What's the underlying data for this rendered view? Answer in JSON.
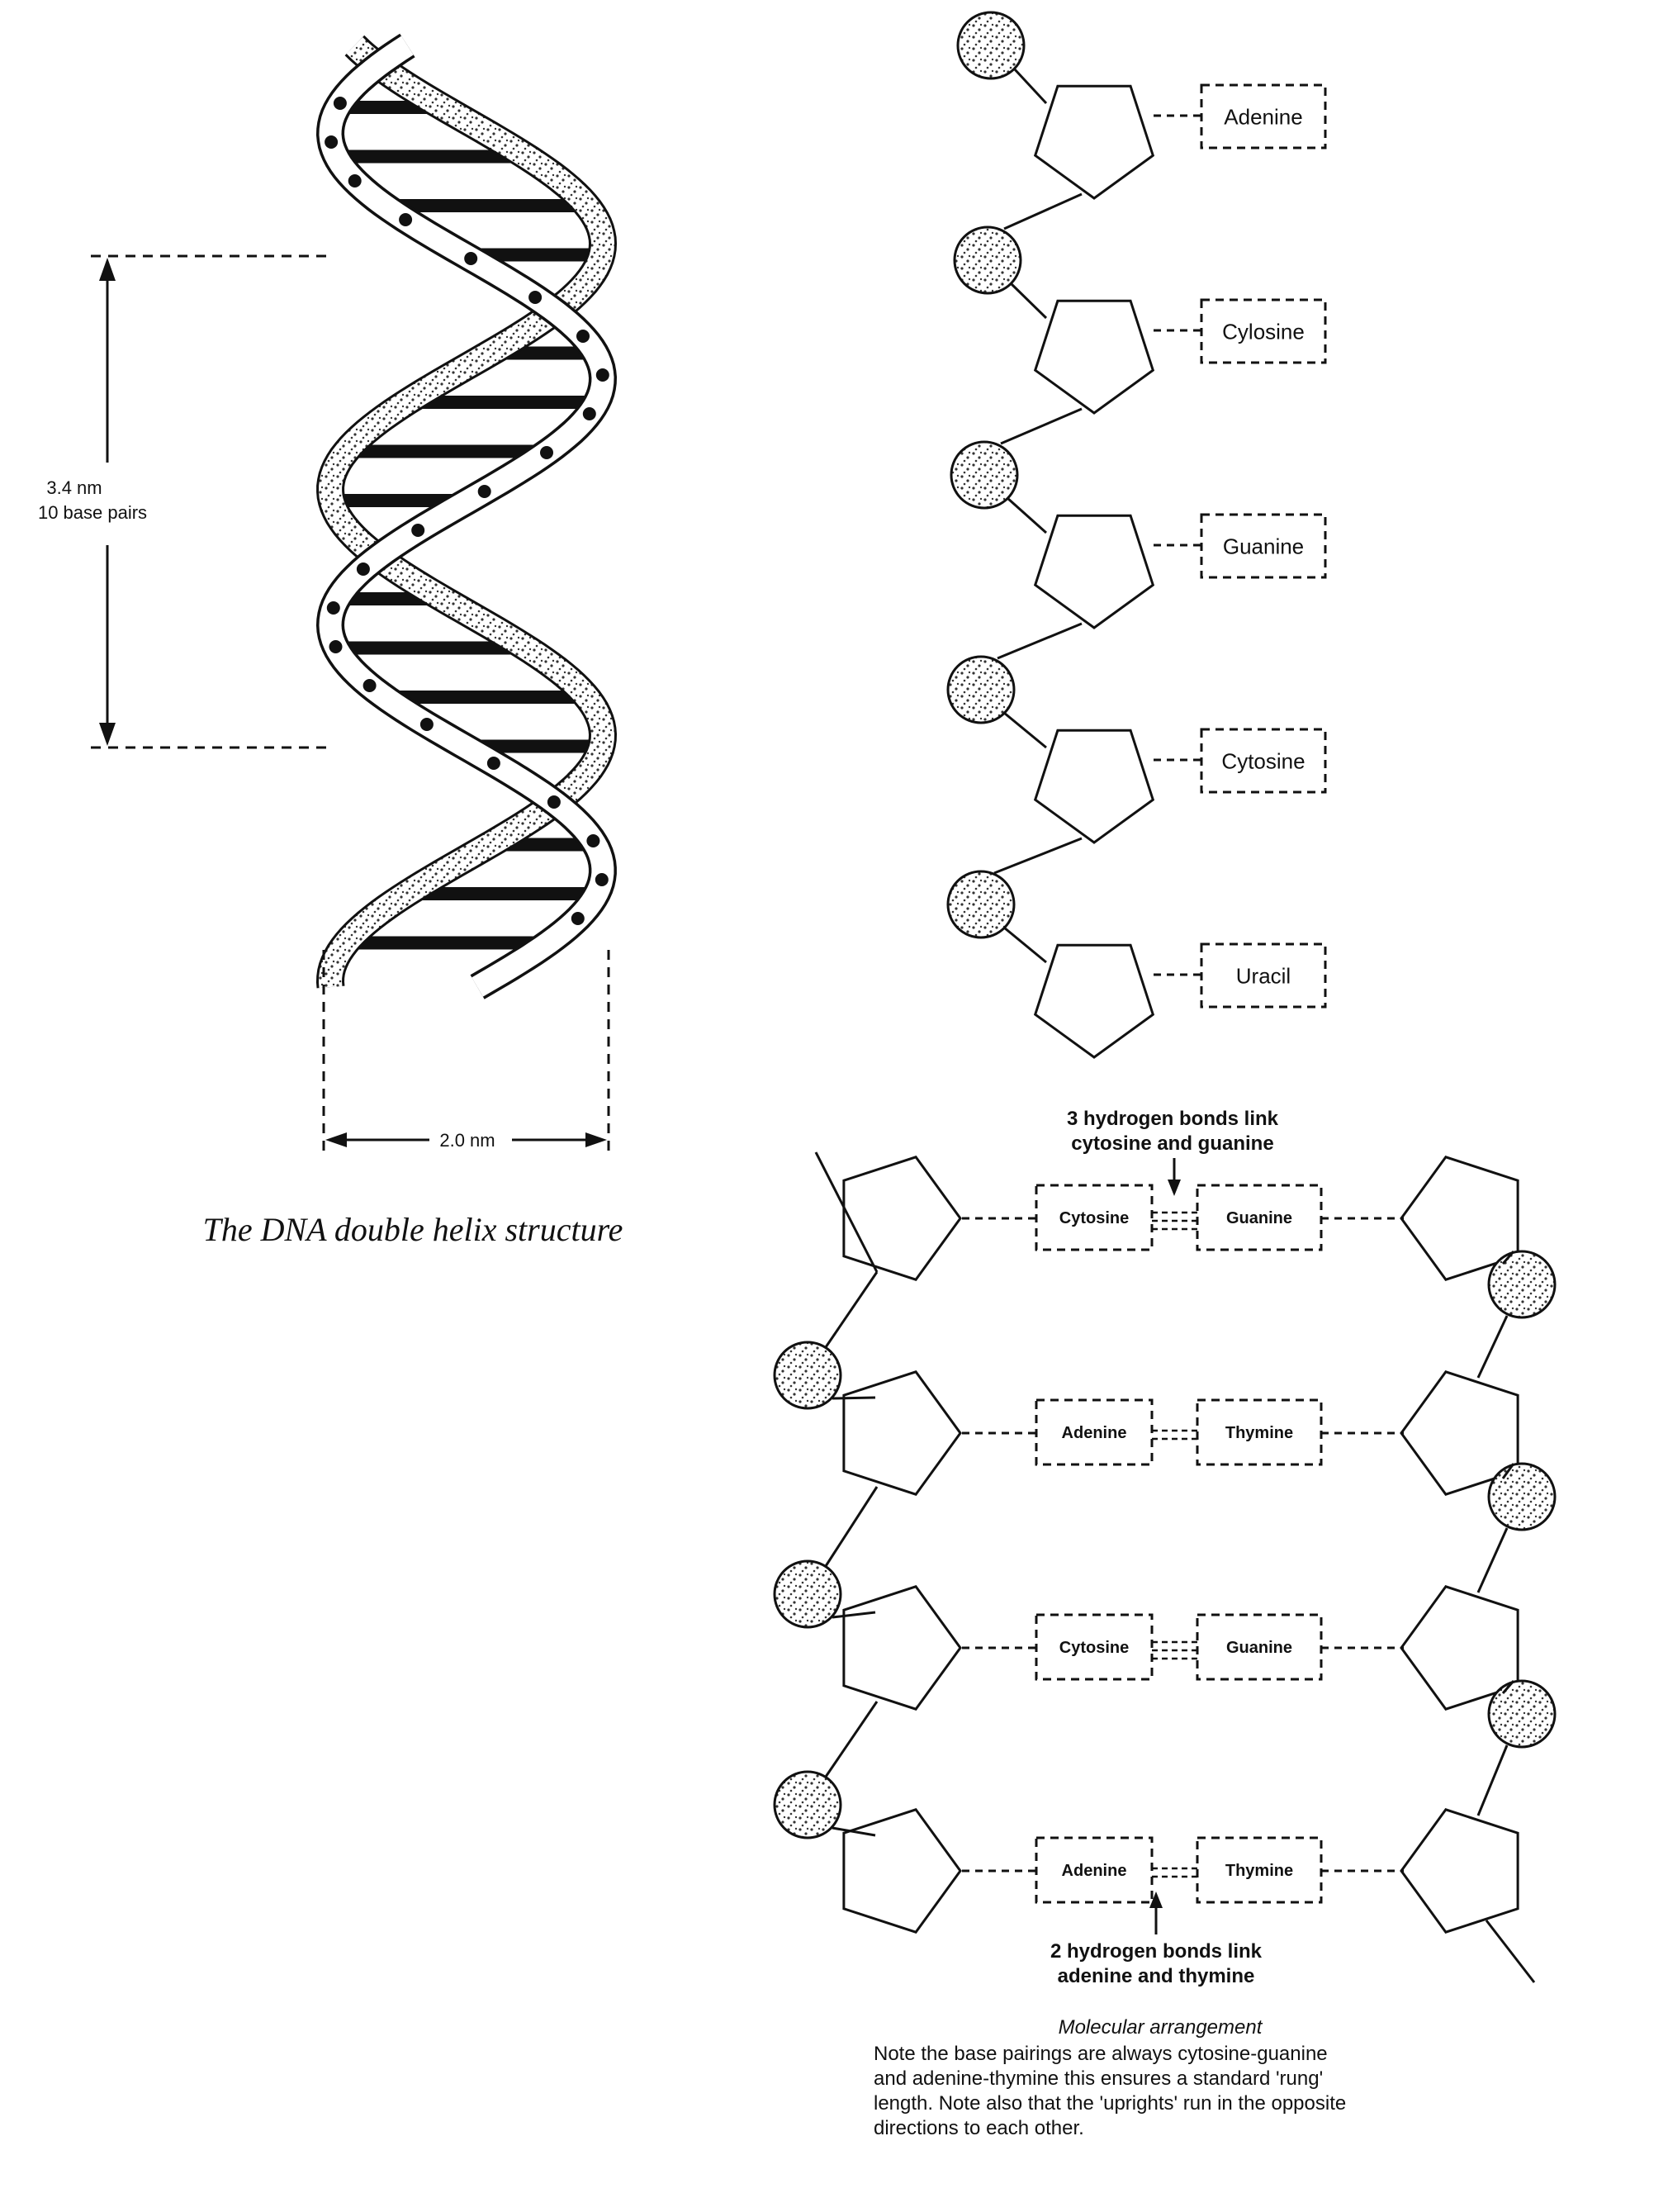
{
  "helix": {
    "pitch_label": "3.4 nm",
    "pitch_sublabel": "10 base pairs",
    "width_label": "2.0 nm",
    "caption": "The DNA double helix structure"
  },
  "rna_strand": {
    "bases": [
      "Adenine",
      "Cylosine",
      "Guanine",
      "Cytosine",
      "Uracil"
    ]
  },
  "molecular": {
    "top_note_line1": "3 hydrogen bonds link",
    "top_note_line2": "cytosine and guanine",
    "pairs": [
      {
        "left": "Cytosine",
        "right": "Guanine"
      },
      {
        "left": "Adenine",
        "right": "Thymine"
      },
      {
        "left": "Cytosine",
        "right": "Guanine"
      },
      {
        "left": "Adenine",
        "right": "Thymine"
      }
    ],
    "bottom_note_line1": "2 hydrogen bonds link",
    "bottom_note_line2": "adenine and thymine",
    "title": "Molecular arrangement",
    "note_lines": [
      "Note the base pairings are always cytosine-guanine",
      "and adenine-thymine this ensures a standard 'rung'",
      "length. Note also that the 'uprights' run in the opposite",
      "directions to each other."
    ]
  }
}
